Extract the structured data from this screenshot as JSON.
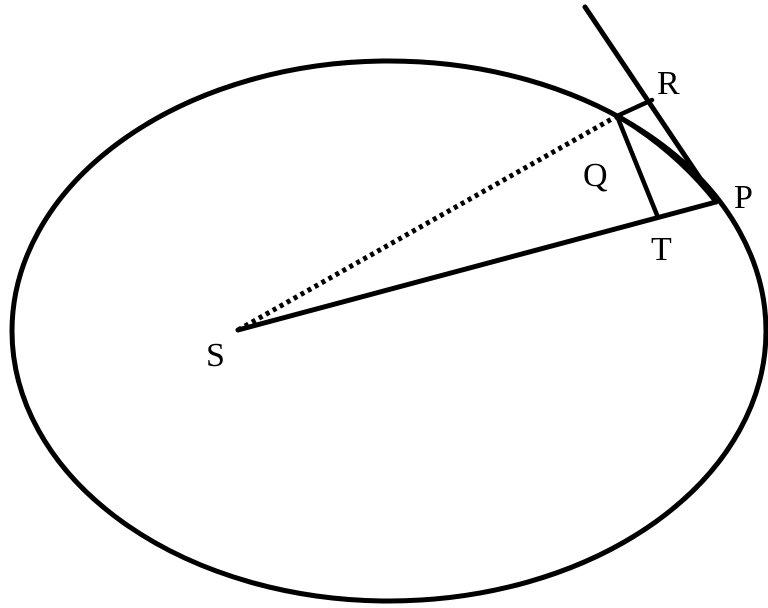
{
  "points": {
    "S": "S",
    "Q": "Q",
    "R": "R",
    "P": "P",
    "T": "T"
  },
  "colors": {
    "stroke": "#000000",
    "background": "#ffffff"
  }
}
